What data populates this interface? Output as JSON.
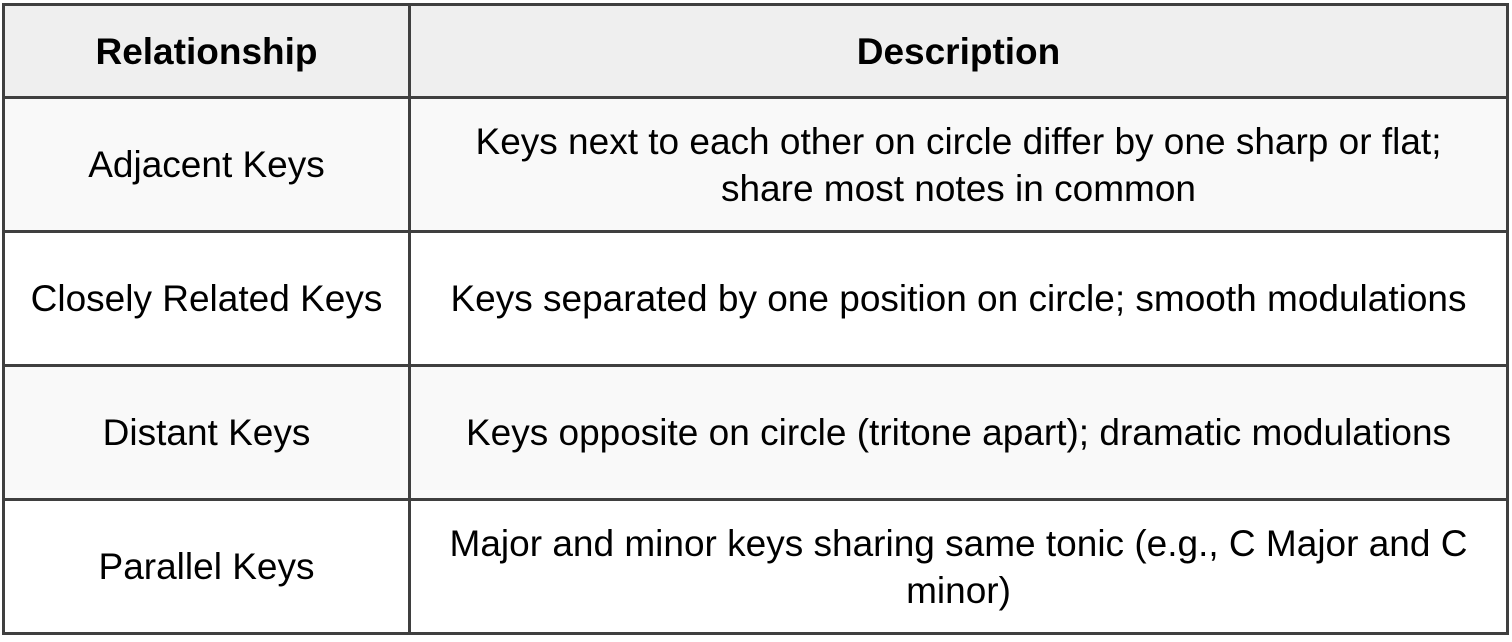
{
  "table": {
    "columns": [
      {
        "key": "relationship",
        "label": "Relationship"
      },
      {
        "key": "description",
        "label": "Description"
      }
    ],
    "rows": [
      {
        "relationship": "Adjacent Keys",
        "description": "Keys next to each other on circle differ by one sharp or flat; share most notes in common"
      },
      {
        "relationship": "Closely Related Keys",
        "description": "Keys separated by one position on circle; smooth modulations"
      },
      {
        "relationship": "Distant Keys",
        "description": "Keys opposite on circle (tritone apart); dramatic modulations"
      },
      {
        "relationship": "Parallel Keys",
        "description": "Major and minor keys sharing same tonic (e.g., C Major and C minor)"
      }
    ],
    "colors": {
      "border": "#3f3f3f",
      "header_background": "#efefef",
      "row_stripe_background": "#f9f9f9",
      "row_background": "#ffffff",
      "text": "#000000"
    }
  }
}
